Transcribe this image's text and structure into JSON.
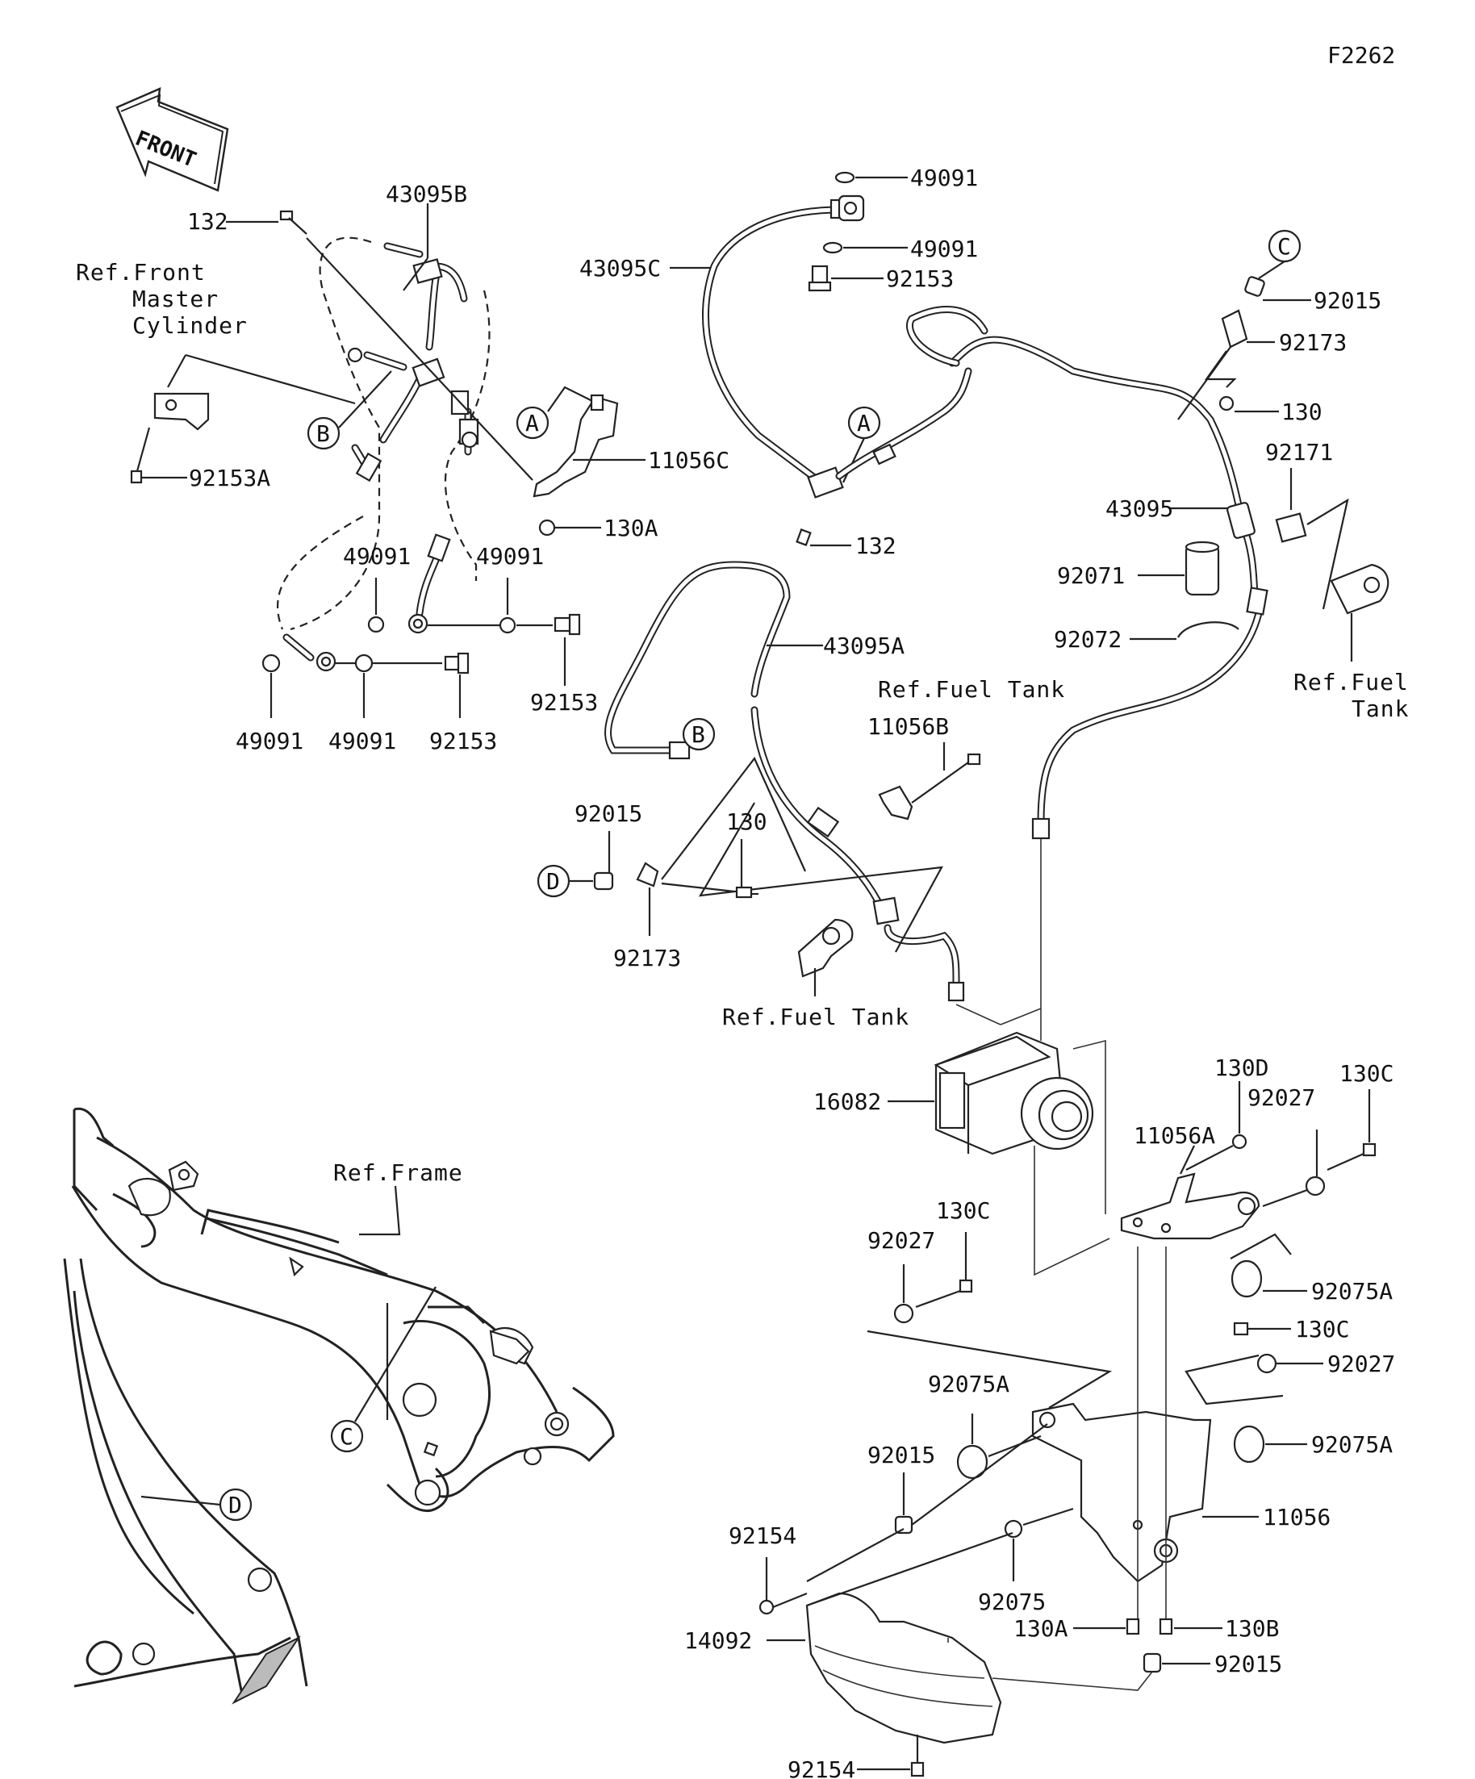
{
  "diagram_code": "F2262",
  "front_arrow_label": "FRONT",
  "refs": {
    "front_master_cylinder": [
      "Ref.Front",
      "Master",
      "Cylinder"
    ],
    "fuel_tank_1": "Ref.Fuel Tank",
    "fuel_tank_2": "Ref.Fuel Tank",
    "fuel_tank_3": [
      "Ref.Fuel",
      "Tank"
    ],
    "frame": "Ref.Frame"
  },
  "callouts": {
    "A1": "A",
    "A2": "A",
    "B1": "B",
    "B2": "B",
    "C1": "C",
    "C2": "C",
    "D1": "D",
    "D2": "D"
  },
  "labels": {
    "p132_top": "132",
    "p43095B": "43095B",
    "p92153A": "92153A",
    "p11056C": "11056C",
    "p130A_top": "130A",
    "p49091_a": "49091",
    "p49091_b": "49091",
    "p92153_a": "92153",
    "p49091_c": "49091",
    "p49091_d": "49091",
    "p92153_b": "92153",
    "p49091_top1": "49091",
    "p49091_top2": "49091",
    "p92153_top": "92153",
    "p43095C": "43095C",
    "p132_mid": "132",
    "p43095A": "43095A",
    "p92015_top": "92015",
    "p92173_top": "92173",
    "p130_top": "130",
    "p92171": "92171",
    "p43095": "43095",
    "p92071": "92071",
    "p92072": "92072",
    "p11056B": "11056B",
    "p92015_mid": "92015",
    "p130_mid": "130",
    "p92173_mid": "92173",
    "p16082": "16082",
    "p130D": "130D",
    "p130C_a": "130C",
    "p11056A": "11056A",
    "p92027_a": "92027",
    "p92075A_a": "92075A",
    "p130C_b": "130C",
    "p92027_b": "92027",
    "p130C_c": "130C",
    "p92027_c": "92027",
    "p92075A_b": "92075A",
    "p92075A_c": "92075A",
    "p92015_low": "92015",
    "p11056": "11056",
    "p92154_a": "92154",
    "p92075": "92075",
    "p130A_low": "130A",
    "p130B": "130B",
    "p14092": "14092",
    "p92015_bot": "92015",
    "p92154_b": "92154"
  }
}
